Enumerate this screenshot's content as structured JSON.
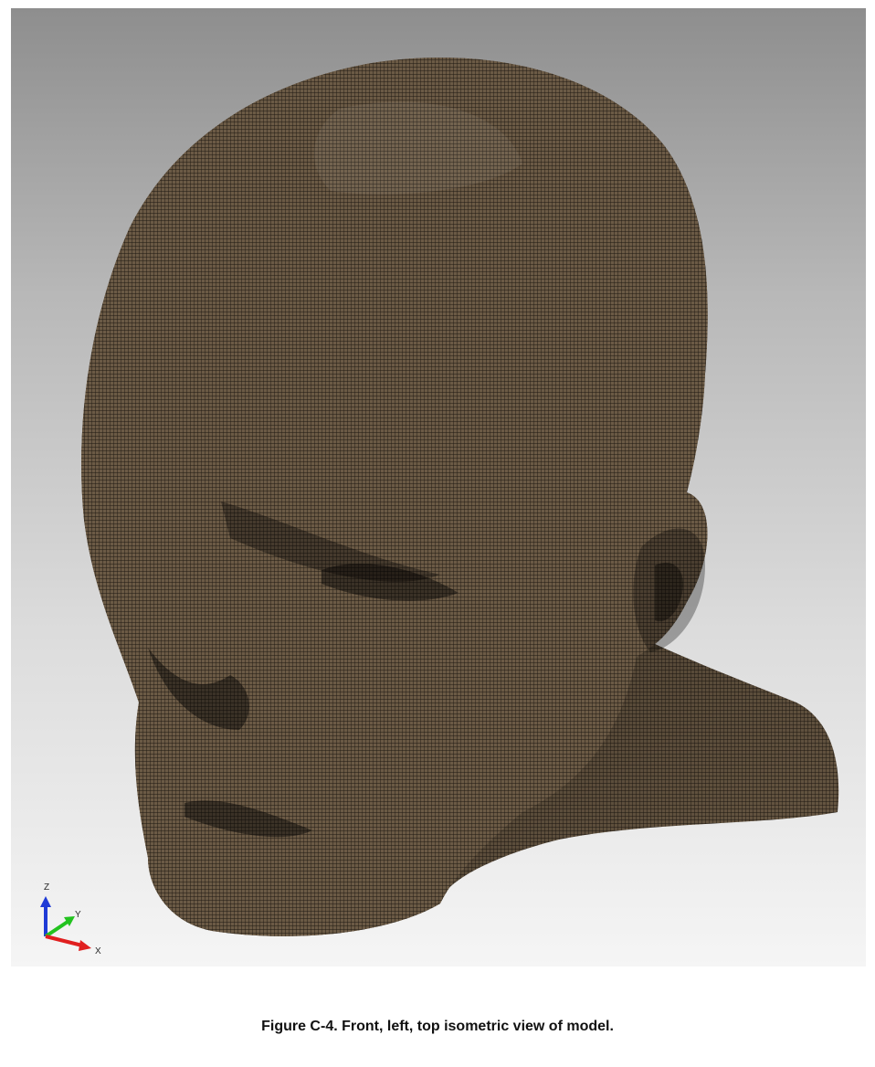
{
  "figure": {
    "caption": "Figure C-4. Front, left, top isometric view of model.",
    "background_top_color": "#8e8e8e",
    "background_bottom_color": "#f5f5f5",
    "mesh_color": "#5a4b3a",
    "mesh_line_color": "#1e1811"
  },
  "axes": {
    "z_label": "Z",
    "y_label": "Y",
    "x_label": "X",
    "z_color": "#1f3bd6",
    "y_color": "#22c31f",
    "x_color": "#e01f1f"
  }
}
